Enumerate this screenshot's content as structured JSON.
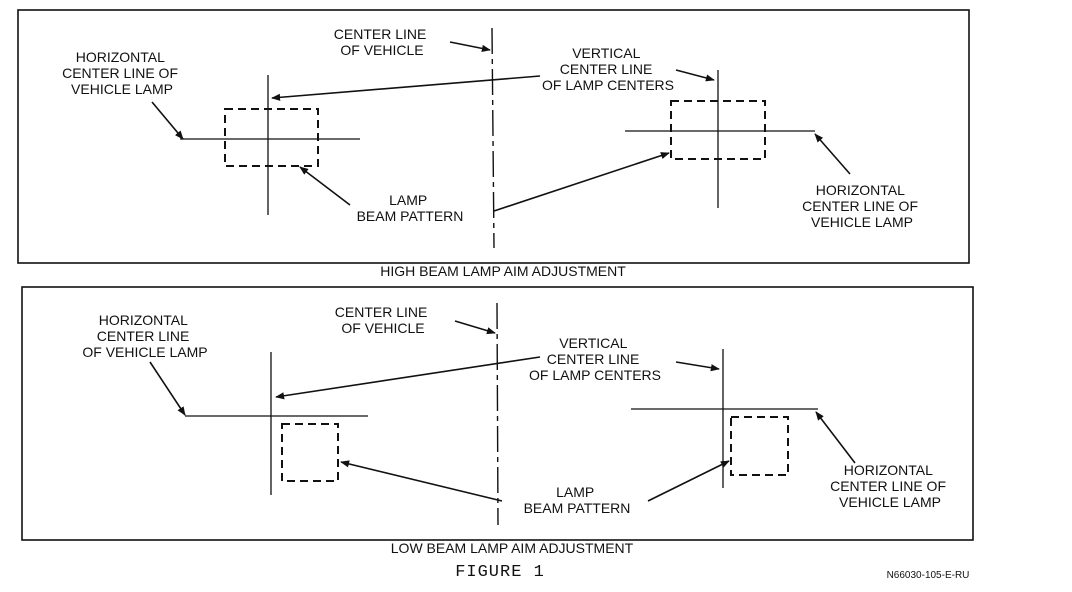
{
  "high_beam": {
    "center_line_vehicle": [
      "CENTER LINE",
      "OF VEHICLE"
    ],
    "horizontal_left": [
      "HORIZONTAL",
      "CENTER LINE OF",
      "VEHICLE LAMP"
    ],
    "vertical_lamp_centers": [
      "VERTICAL",
      "CENTER LINE",
      "OF LAMP CENTERS"
    ],
    "lamp_beam_pattern": [
      "LAMP",
      "BEAM PATTERN"
    ],
    "horizontal_right": [
      "HORIZONTAL",
      "CENTER LINE OF",
      "VEHICLE LAMP"
    ],
    "caption": "HIGH BEAM LAMP  AIM ADJUSTMENT"
  },
  "low_beam": {
    "horizontal_left": [
      "HORIZONTAL",
      "CENTER LINE",
      "OF VEHICLE LAMP"
    ],
    "center_line_vehicle": [
      "CENTER LINE",
      "OF VEHICLE"
    ],
    "vertical_lamp_centers": [
      "VERTICAL",
      "CENTER LINE",
      "OF LAMP CENTERS"
    ],
    "lamp_beam_pattern": [
      "LAMP",
      "BEAM PATTERN"
    ],
    "horizontal_right": [
      "HORIZONTAL",
      "CENTER LINE OF",
      "VEHICLE LAMP"
    ],
    "caption": "LOW BEAM LAMP AIM ADJUSTMENT"
  },
  "figure_label": "FIGURE 1",
  "part_code": "N66030-105-E-RU"
}
